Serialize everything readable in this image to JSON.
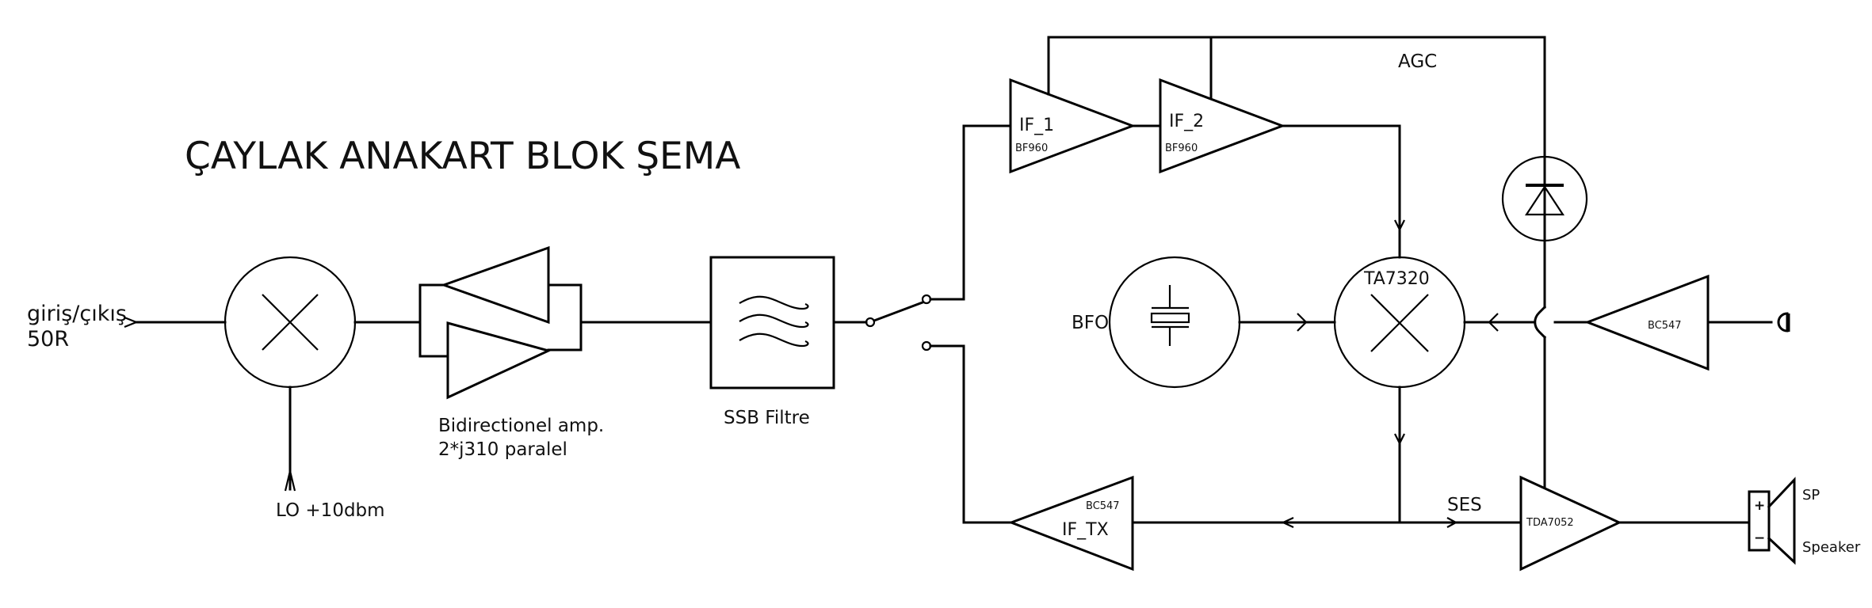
{
  "title": "ÇAYLAK ANAKART BLOK ŞEMA",
  "io_port": {
    "line1": "giriş/çıkış",
    "line2": "50R"
  },
  "lo_input": {
    "label": "LO +10dbm"
  },
  "bidirectional_amp": {
    "line1": "Bidirectionel amp.",
    "line2": "2*j310 paralel"
  },
  "ssb_filter": {
    "label": "SSB  Filtre"
  },
  "if_amplifiers": [
    {
      "name": "IF_1",
      "part": "BF960"
    },
    {
      "name": "IF_2",
      "part": "BF960"
    }
  ],
  "agc": {
    "label": "AGC"
  },
  "bfo": {
    "label": "BFO"
  },
  "product_detector": {
    "part": "TA7320"
  },
  "mic_amp": {
    "part": "BC547"
  },
  "tx_amp": {
    "name": "IF_TX",
    "part": "BC547"
  },
  "audio": {
    "signal_label": "SES",
    "amp_part": "TDA7052"
  },
  "speaker": {
    "label": "SP",
    "sublabel": "Speaker",
    "plus": "+",
    "minus": "−"
  }
}
